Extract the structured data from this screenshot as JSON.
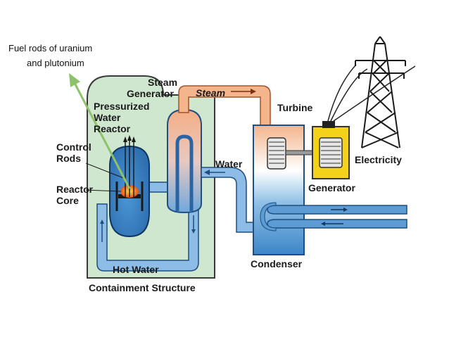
{
  "annotation": {
    "line1": "Fuel rods of uranium",
    "line2": "and plutonium"
  },
  "labels": {
    "steam_generator_1": "Steam",
    "steam_generator_2": "Generator",
    "steam": "Steam",
    "pressurized_1": "Pressurized",
    "pressurized_2": "Water",
    "pressurized_3": "Reactor",
    "control_rods_1": "Control",
    "control_rods_2": "Rods",
    "reactor_core_1": "Reactor",
    "reactor_core_2": "Core",
    "water": "Water",
    "turbine": "Turbine",
    "electricity": "Electricity",
    "generator": "Generator",
    "condenser": "Condenser",
    "hot_water": "Hot Water",
    "containment": "Containment Structure"
  },
  "colors": {
    "containment_fill": "#cfe6cf",
    "steam_pipe": "#f4b48c",
    "water_pipe": "#7fb5e0",
    "vessel_blue": "#3d86c8",
    "generator_yellow": "#f5d21a",
    "arrow_green": "#8dc26a"
  }
}
